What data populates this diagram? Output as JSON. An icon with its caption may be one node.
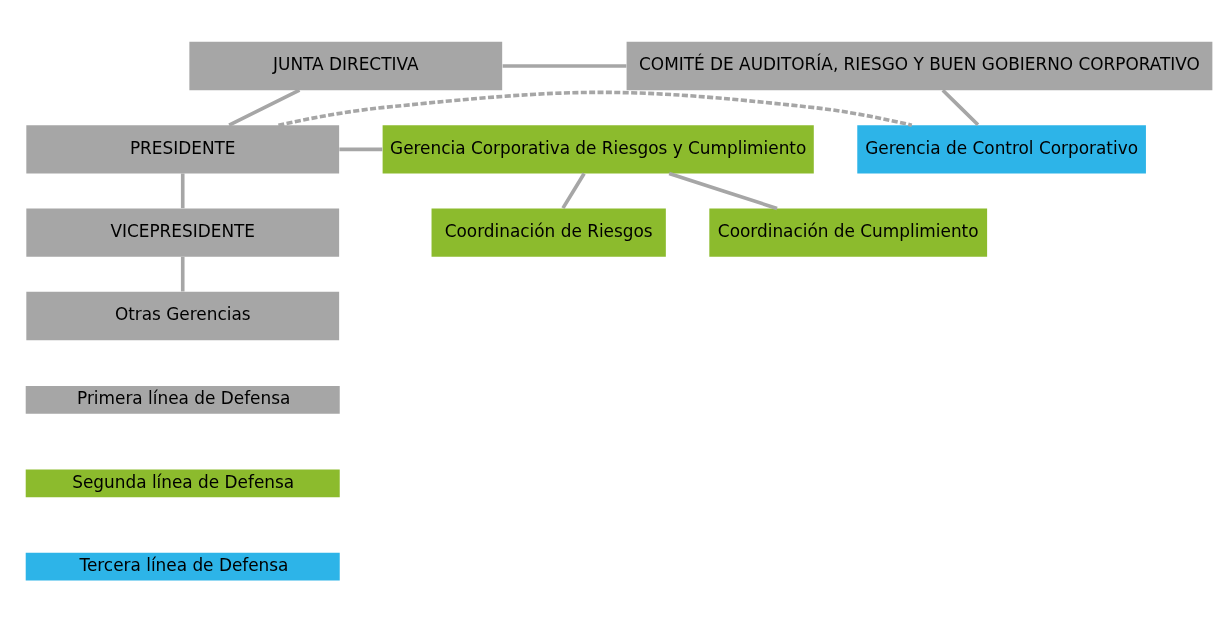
{
  "diagram": {
    "nodes": [
      {
        "text": [
          "JUNTA DIRECTIVA"
        ]
      },
      {
        "text": [
          "COMITÉ DE AUDITORÍA, RIESGO Y BUEN GOBIERNO CORPORATIVO"
        ]
      },
      {
        "text": [
          "Gerencia de Control Corporativo"
        ]
      },
      {
        "text": [
          "PRESIDENTE"
        ]
      },
      {
        "text": [
          "Gerencia Corporativa de Riesgos y Cumplimiento"
        ]
      },
      {
        "text": [
          "Coordinación de Riesgos"
        ]
      },
      {
        "text": [
          "Coordinación de Cumplimiento"
        ]
      },
      {
        "text": [
          "VICEPRESIDENTE"
        ]
      },
      {
        "text": [
          "Otras Gerencias"
        ]
      }
    ],
    "edges": [
      {
        "from": 0,
        "to": 3,
        "arrow": "none"
      },
      {
        "from": 0,
        "to": 1,
        "arrow": "none"
      },
      {
        "from": 1,
        "to": 2,
        "arrow": "none"
      },
      {
        "from": 3,
        "to": 2,
        "arrow": "none",
        "style": "dashed"
      },
      {
        "from": 3,
        "to": 4,
        "arrow": "none"
      },
      {
        "from": 4,
        "to": 5,
        "arrow": "none"
      },
      {
        "from": 4,
        "to": 6,
        "arrow": "none"
      },
      {
        "from": 3,
        "to": 7,
        "arrow": "none"
      },
      {
        "from": 7,
        "to": 8,
        "arrow": "none"
      }
    ],
    "legend": [
      {
        "text": "Primera línea de Defensa",
        "color": "#a6a6a6"
      },
      {
        "text": "Segunda línea de Defensa",
        "color": "#8cbb2d"
      },
      {
        "text": "Tercera línea de Defensa",
        "color": "#2db4e8"
      }
    ]
  }
}
